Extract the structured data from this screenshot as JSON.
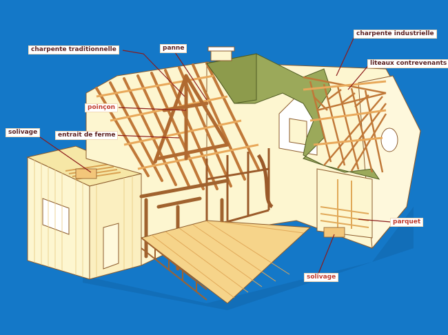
{
  "labels": {
    "charpente_traditionnelle": "charpente traditionnelle",
    "panne": "panne",
    "poincon": "poinçon",
    "solivage_left": "solivage",
    "entrait_de_ferme": "entrait de ferme",
    "charpente_industrielle": "charpente industrielle",
    "liteaux_contrevenants": "liteaux contrevenants",
    "parquet": "parquet",
    "solivage_bottom": "solivage"
  },
  "colors": {
    "background": "#1478c8",
    "wall": "#fdf6d0",
    "wood": "#f3c67a",
    "roof_cover": "#9ba95a",
    "leader_line": "#8b1a1a",
    "label_dark": "#5a1e1e",
    "label_red": "#c0392b"
  }
}
